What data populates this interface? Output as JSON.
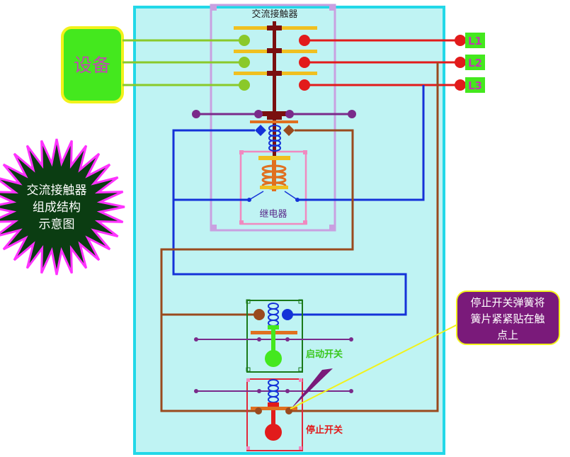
{
  "contactor": {
    "label": "交流接触器"
  },
  "relay": {
    "label": "继电器"
  },
  "device": {
    "label": "设备"
  },
  "lines": [
    "L1",
    "L2",
    "L3"
  ],
  "star_caption": [
    "交流接触器",
    "组成结构",
    "示意图"
  ],
  "start_switch": {
    "label": "启动开关"
  },
  "stop_switch": {
    "label": "停止开关"
  },
  "callout": [
    "停止开关弹簧将",
    "簧片紧紧贴在触",
    "点上"
  ],
  "colors": {
    "panel": "#bff3f3",
    "panel_border": "#22d8e8",
    "phase_green": "#8ac92a",
    "phase_red": "#e21b1b",
    "control_blue": "#1432d8",
    "control_brown": "#9a4a1e",
    "purple": "#7a2a8a",
    "gold": "#f0c020",
    "orange": "#e07020",
    "device_fill": "#44e81e",
    "device_border": "#f2f21a",
    "star_fill": "#0b3d12",
    "star_edge": "#ff33ff",
    "callout_fill": "#7a1a7a"
  }
}
